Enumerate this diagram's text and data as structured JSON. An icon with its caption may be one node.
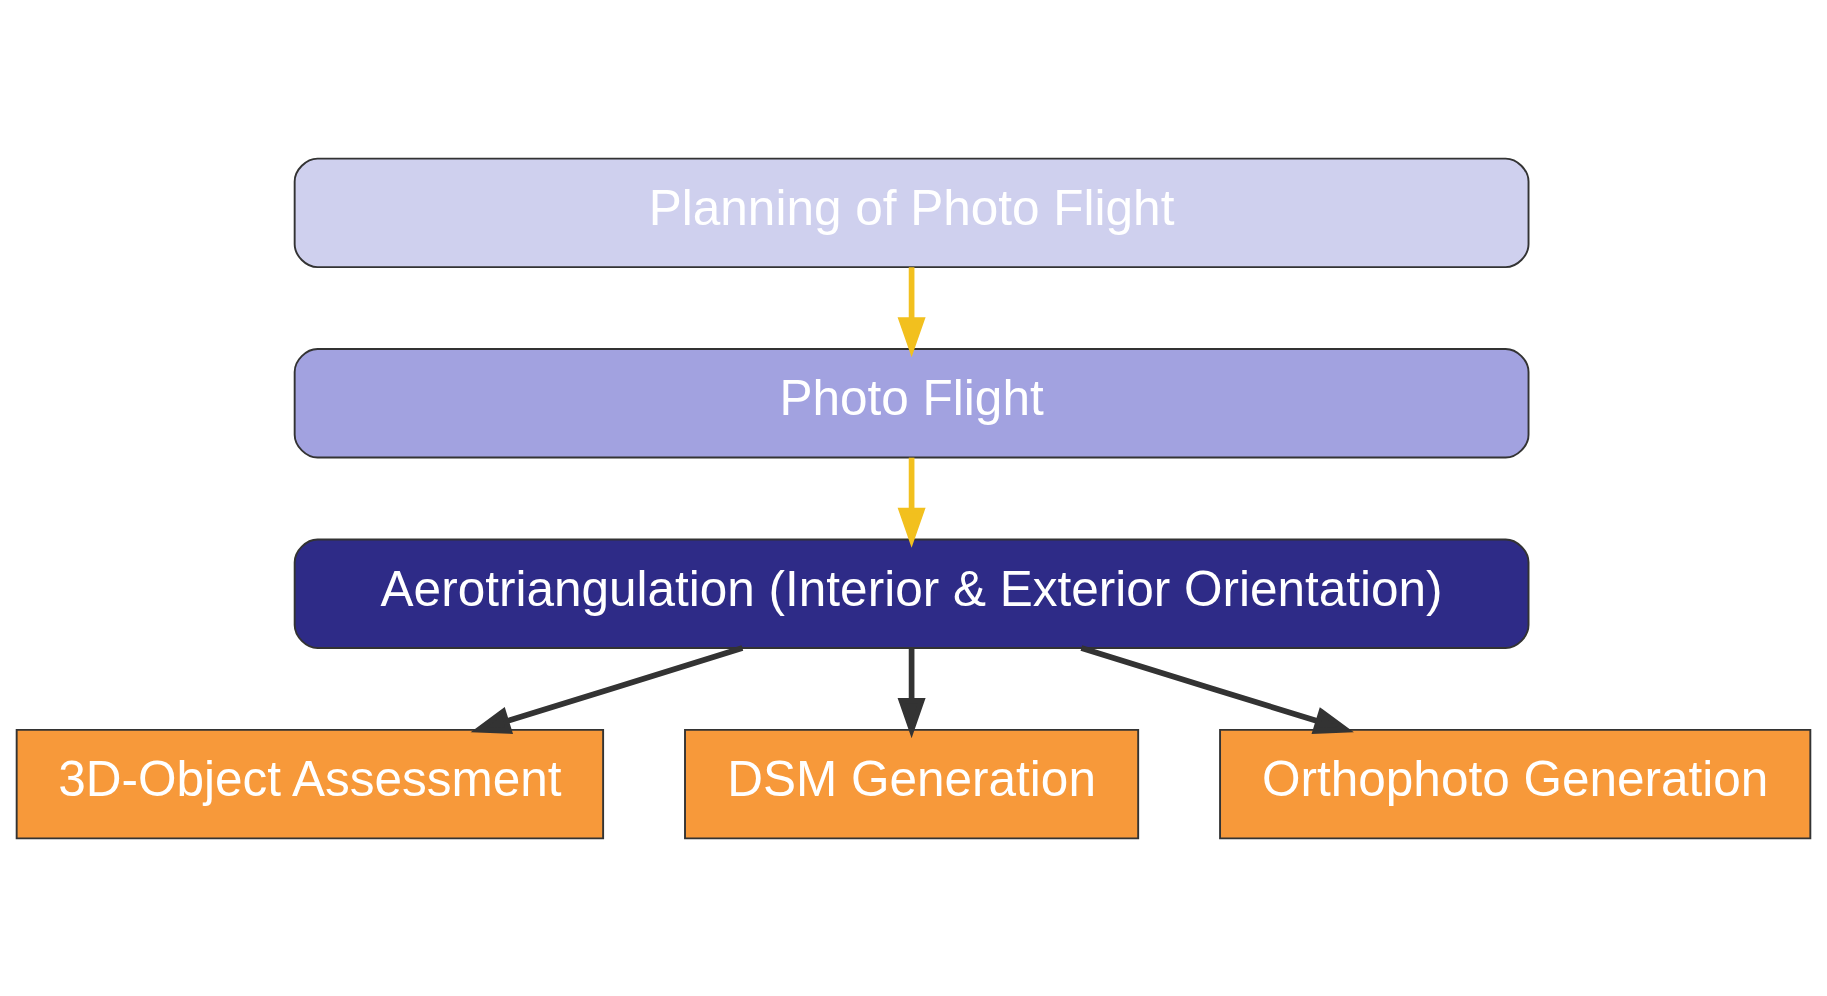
{
  "diagram": {
    "nodes": [
      {
        "text": [
          "Planning of Photo Flight"
        ]
      },
      {
        "text": [
          "Photo Flight"
        ]
      },
      {
        "text": [
          "Aerotriangulation (Interior & Exterior Orientation)"
        ]
      },
      {
        "text": [
          "3D-Object Assessment"
        ]
      },
      {
        "text": [
          "DSM Generation"
        ]
      },
      {
        "text": [
          "Orthophoto Generation"
        ]
      }
    ],
    "edges": [
      {
        "from": 0,
        "to": 1,
        "arrow": "to",
        "color": "#f2c01e"
      },
      {
        "from": 1,
        "to": 2,
        "arrow": "to",
        "color": "#f2c01e"
      },
      {
        "from": 2,
        "to": 3,
        "arrow": "to"
      },
      {
        "from": 2,
        "to": 4,
        "arrow": "to"
      },
      {
        "from": 2,
        "to": 5,
        "arrow": "to"
      }
    ]
  }
}
